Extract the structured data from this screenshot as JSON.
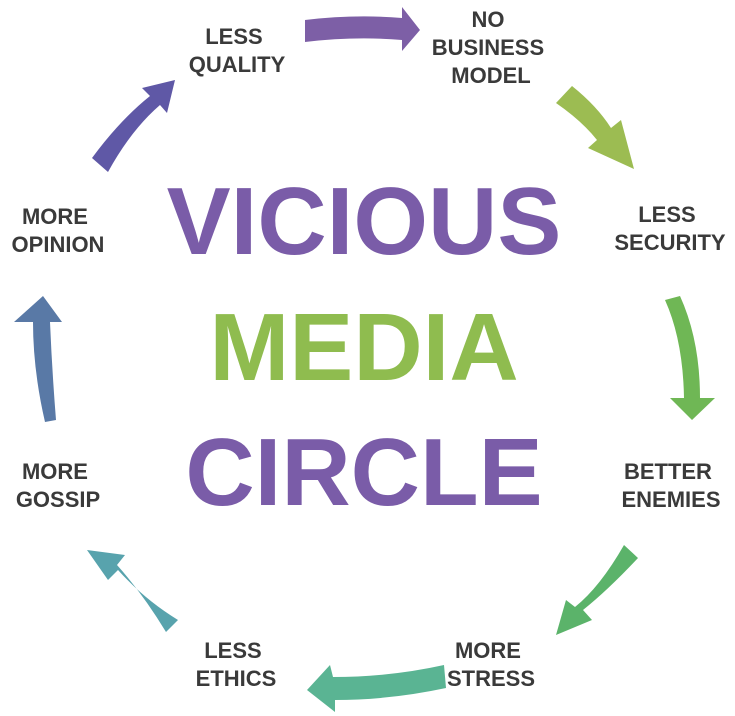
{
  "title": {
    "line1": "VICIOUS",
    "line2": "MEDIA",
    "line3": "CIRCLE"
  },
  "nodes": [
    {
      "line1": "LESS",
      "line2": "QUALITY"
    },
    {
      "line1": "NO",
      "line2": "BUSINESS",
      "line3": "MODEL"
    },
    {
      "line1": "LESS",
      "line2": "SECURITY"
    },
    {
      "line1": "BETTER",
      "line2": "ENEMIES"
    },
    {
      "line1": "MORE",
      "line2": "STRESS"
    },
    {
      "line1": "LESS",
      "line2": "ETHICS"
    },
    {
      "line1": "MORE",
      "line2": "GOSSIP"
    },
    {
      "line1": "MORE",
      "line2": "OPINION"
    }
  ],
  "colors": {
    "purple": "#7a5ca8",
    "green": "#8fbc4f",
    "text": "#3a3a3a",
    "arrow_quality_to_business": "#7d5fa6",
    "arrow_business_to_security": "#9cbc52",
    "arrow_security_to_enemies": "#6fb755",
    "arrow_enemies_to_stress": "#5bb36a",
    "arrow_stress_to_ethics": "#5ab493",
    "arrow_ethics_to_gossip": "#58a3ad",
    "arrow_gossip_to_opinion": "#5979a6",
    "arrow_opinion_to_quality": "#5f58a6"
  }
}
